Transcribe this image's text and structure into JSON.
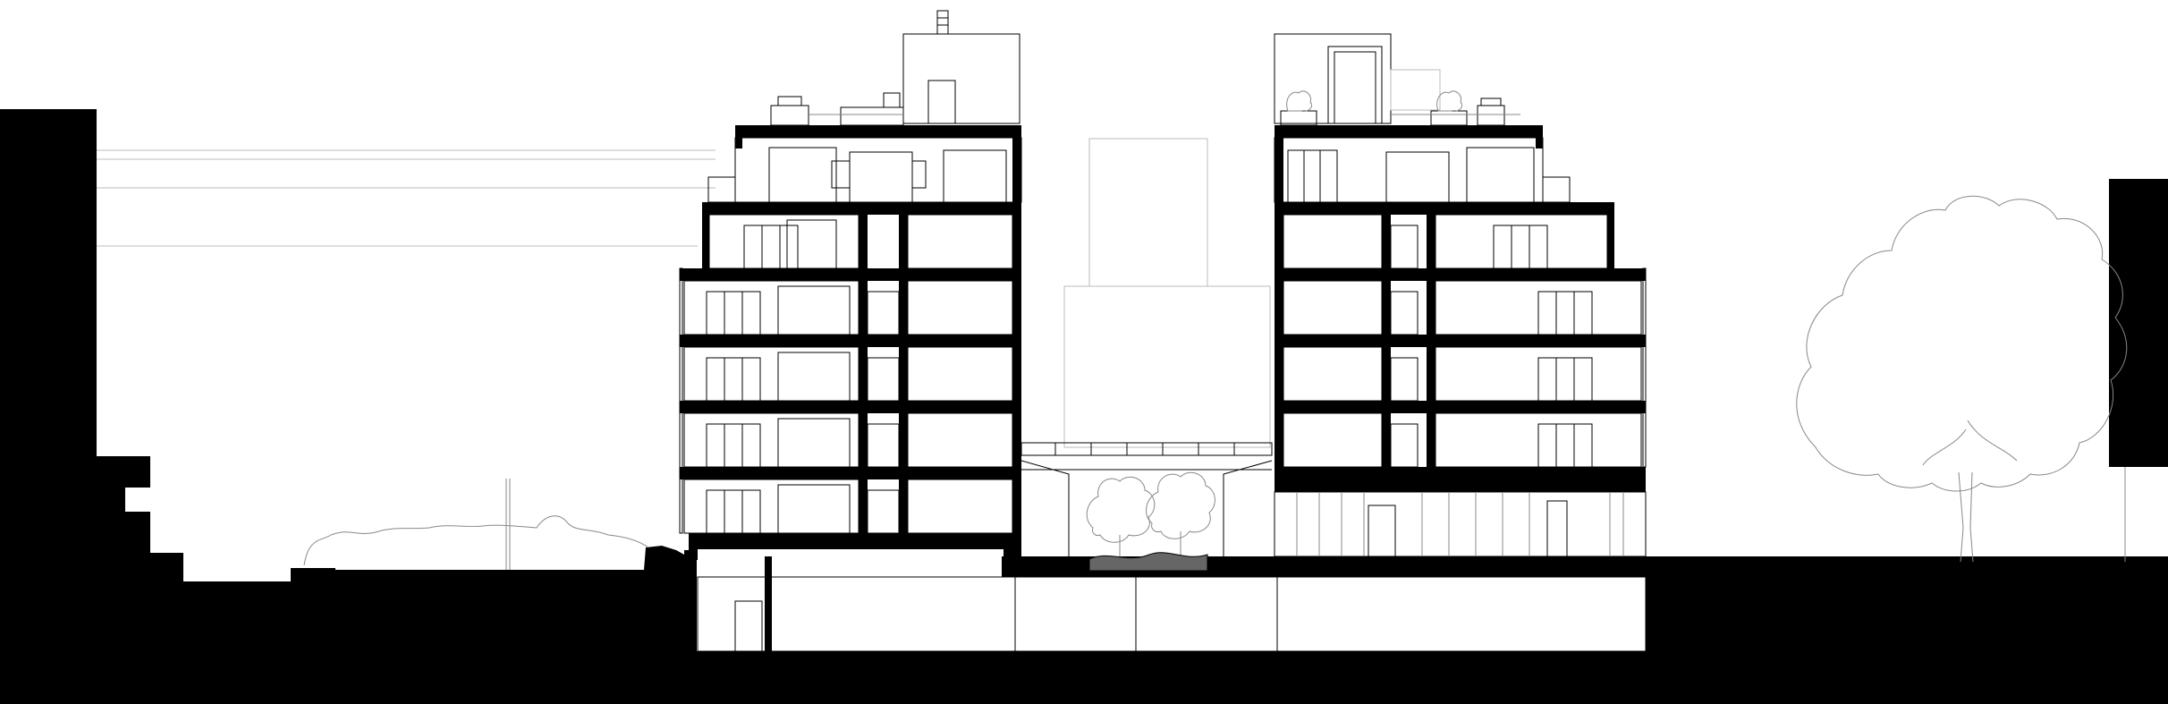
{
  "drawing": {
    "type": "architectural building cross-section",
    "colors": {
      "background": "#ffffff",
      "cut": "#000000",
      "line": "#000000",
      "faint_line": "#888888",
      "water": "#666666"
    }
  },
  "buildings": [
    {
      "name": "west-block",
      "above_ground_storeys": 6,
      "has_penthouse": true,
      "has_rooftop_stair_core": true
    },
    {
      "name": "east-block",
      "above_ground_storeys": 6,
      "has_penthouse": true,
      "has_rooftop_stair_core": true
    }
  ],
  "courtyard": {
    "has_canopy": true,
    "trees": 2,
    "has_water_feature": true
  },
  "basement": {
    "levels": 1
  },
  "site": {
    "neighbours_west": true,
    "neighbour_east": true,
    "large_tree_east": true
  }
}
